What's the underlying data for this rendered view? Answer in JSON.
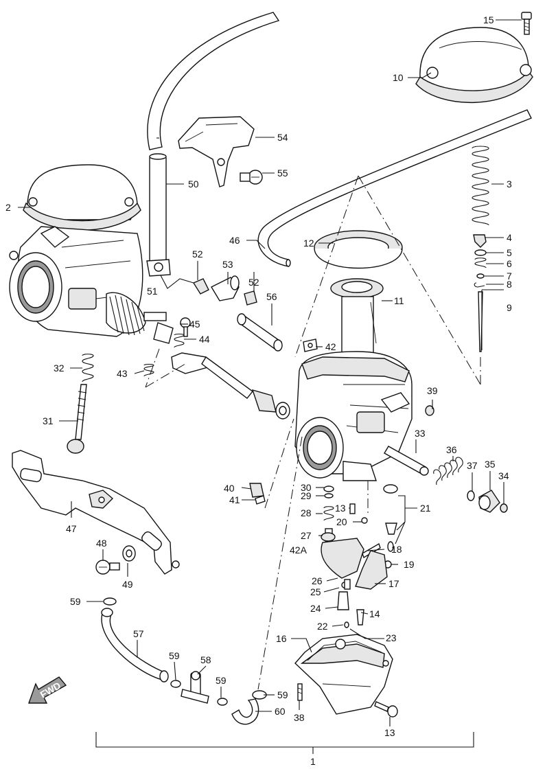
{
  "diagram": {
    "labels": {
      "p1": "1",
      "p2": "2",
      "p3": "3",
      "p4": "4",
      "p5": "5",
      "p6": "6",
      "p7": "7",
      "p8": "8",
      "p9": "9",
      "p10": "10",
      "p11": "11",
      "p12": "12",
      "p13a": "13",
      "p13b": "13",
      "p14": "14",
      "p15": "15",
      "p16": "16",
      "p17": "17",
      "p18": "18",
      "p19": "19",
      "p20": "20",
      "p21": "21",
      "p22": "22",
      "p23": "23",
      "p24": "24",
      "p25": "25",
      "p26": "26",
      "p27": "27",
      "p28": "28",
      "p29": "29",
      "p30": "30",
      "p31": "31",
      "p32": "32",
      "p33": "33",
      "p34": "34",
      "p35": "35",
      "p36": "36",
      "p37": "37",
      "p38": "38",
      "p40": "40",
      "p41": "41",
      "p42": "42",
      "p42a": "42A",
      "p43": "43",
      "p44": "44",
      "p45": "45",
      "p46": "46",
      "p47": "47",
      "p48": "48",
      "p49": "49",
      "p50": "50",
      "p51": "51",
      "p52a": "52",
      "p52b": "52",
      "p53": "53",
      "p54": "54",
      "p55": "55",
      "p56": "56",
      "p57": "57",
      "p58": "58",
      "p59a": "59",
      "p59b": "59",
      "p59c": "59",
      "p59d": "59",
      "p60": "60",
      "p39": "39"
    },
    "fwd_label": "FWD"
  }
}
